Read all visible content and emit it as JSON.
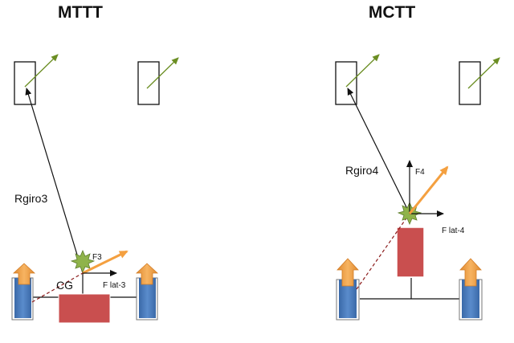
{
  "diagrams": {
    "left": {
      "title": "MTTT",
      "radius_label": "Rgiro3",
      "force_label": "F3",
      "lateral_label": "F lat-3",
      "cg_label": "CG"
    },
    "right": {
      "title": "MCTT",
      "radius_label": "Rgiro4",
      "force_label": "F4",
      "lateral_label": "F lat-4"
    }
  },
  "colors": {
    "stroke": "#111111",
    "steer_arrow": "#6b8e23",
    "force_arrow": "#f4a040",
    "star": "#8fb34a",
    "body_red": "#c94f4f",
    "wheel_blue": "#4a7bbf",
    "dashed": "#8b1a1a"
  }
}
